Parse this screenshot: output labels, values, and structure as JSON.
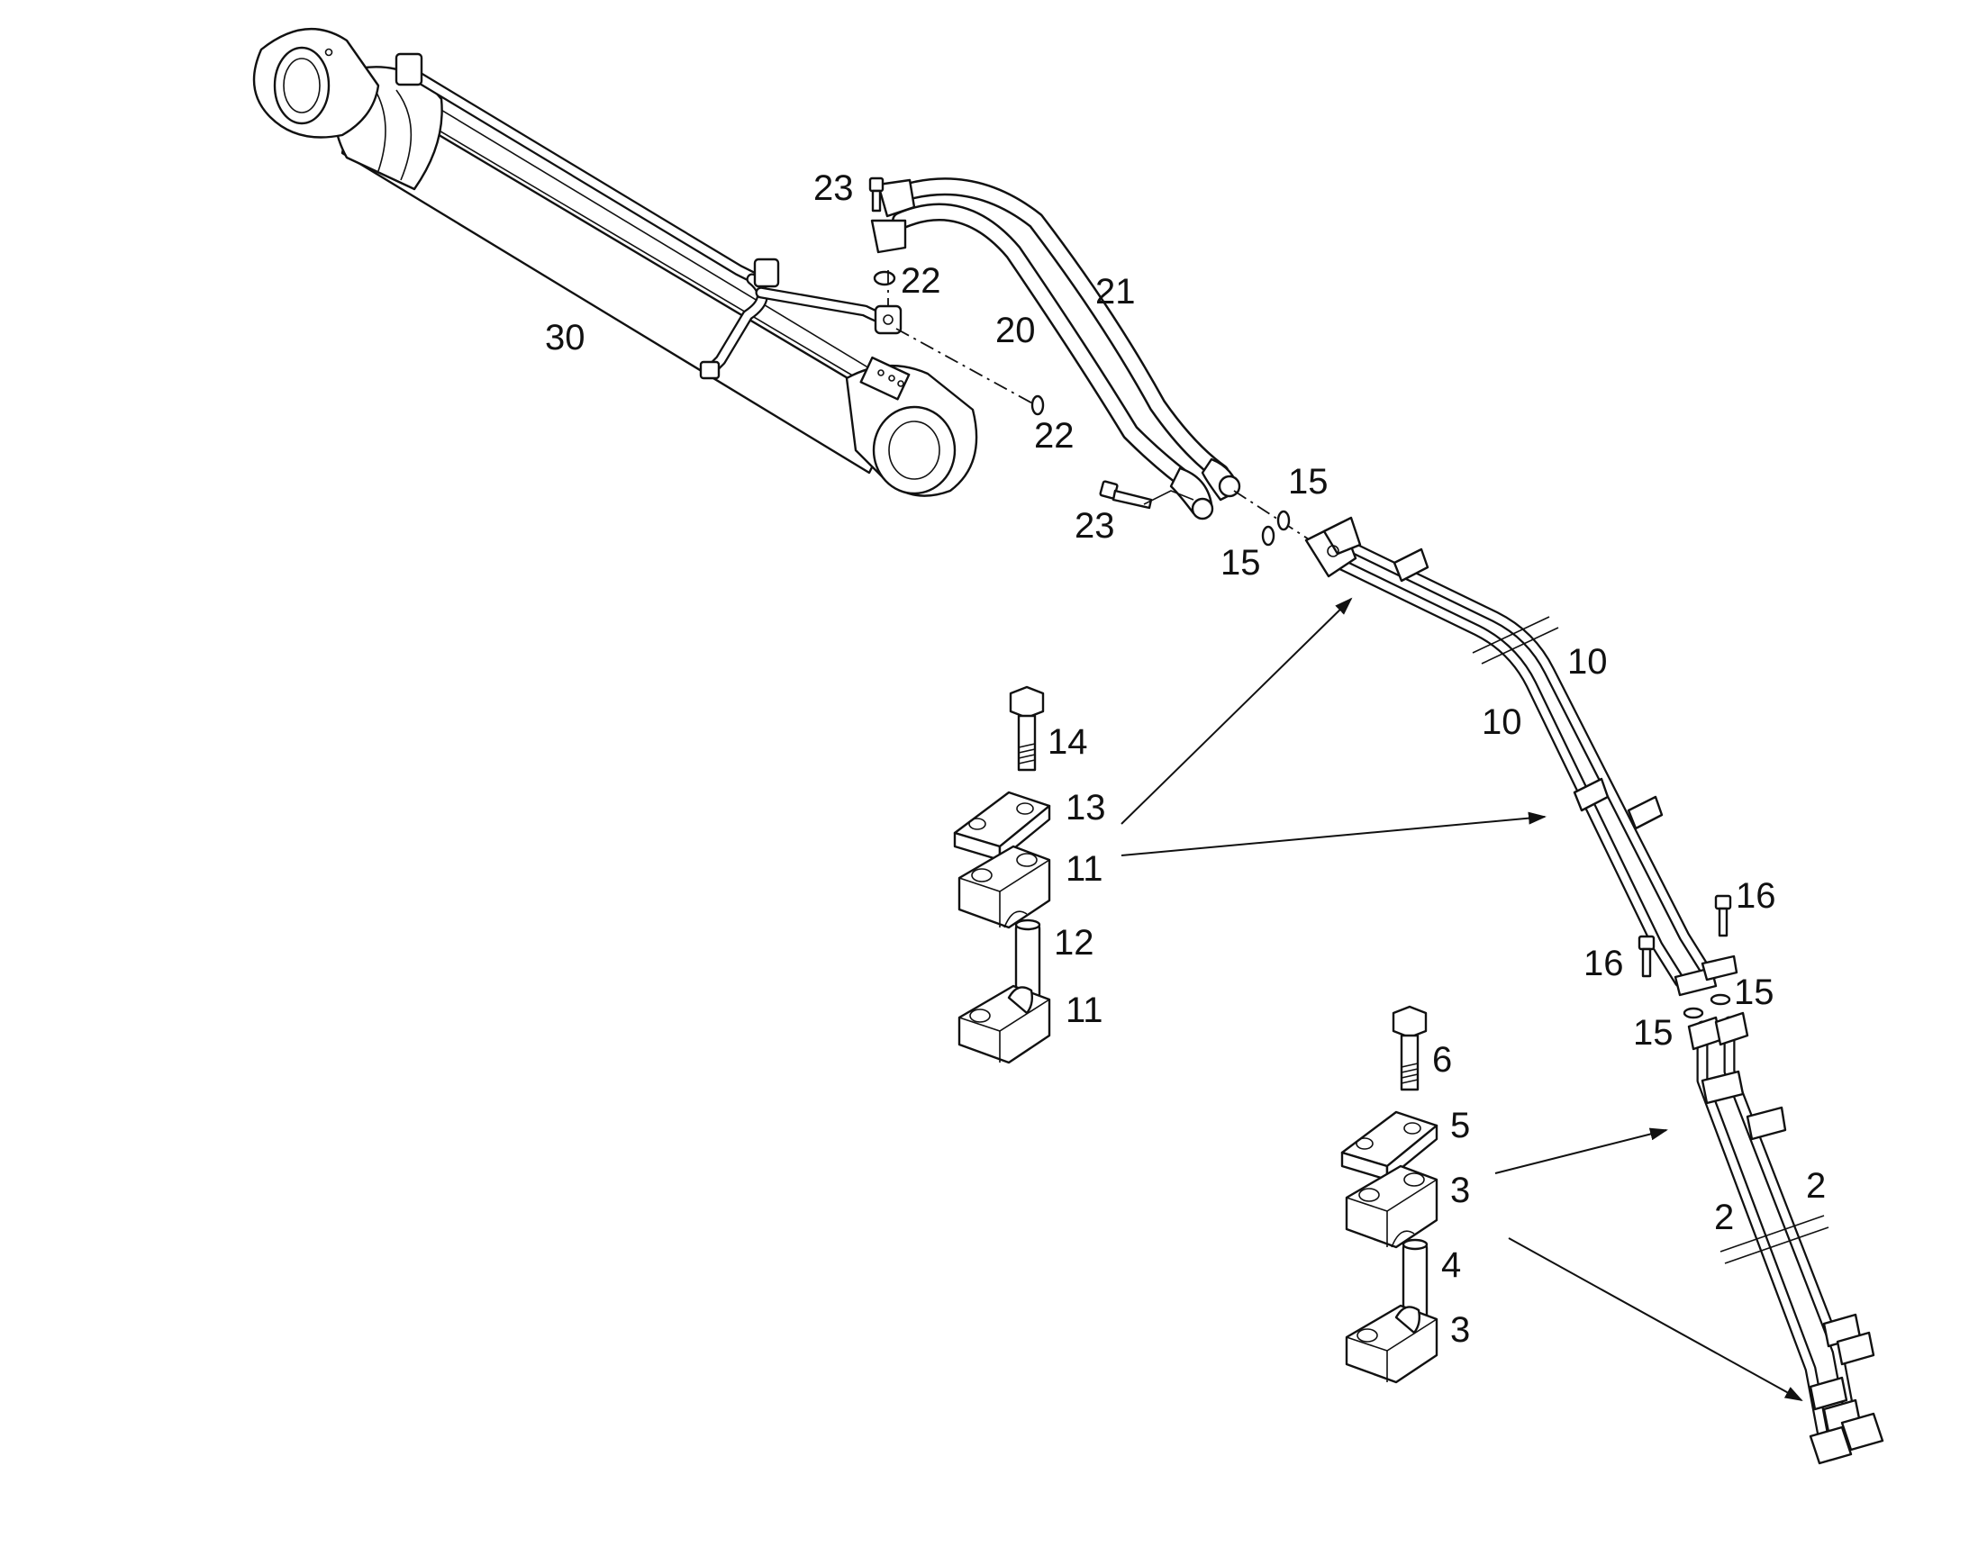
{
  "figure": {
    "callouts": {
      "c30": "30",
      "c23a": "23",
      "c22a": "22",
      "c21": "21",
      "c20": "20",
      "c22b": "22",
      "c23b": "23",
      "c15a": "15",
      "c15b": "15",
      "c10a": "10",
      "c10b": "10",
      "c16a": "16",
      "c16b": "16",
      "c15c": "15",
      "c15d": "15",
      "c2a": "2",
      "c2b": "2"
    },
    "clamp_upper": {
      "bolt": "14",
      "plate": "13",
      "block_top": "11",
      "sleeve": "12",
      "block_bottom": "11"
    },
    "clamp_lower": {
      "bolt": "6",
      "plate": "5",
      "block_top": "3",
      "sleeve": "4",
      "block_bottom": "3"
    },
    "icons": [
      "hydraulic-cylinder-icon",
      "hose-icon",
      "pipe-icon",
      "clamp-icon",
      "bolt-icon",
      "o-ring-icon",
      "flange-icon"
    ]
  }
}
